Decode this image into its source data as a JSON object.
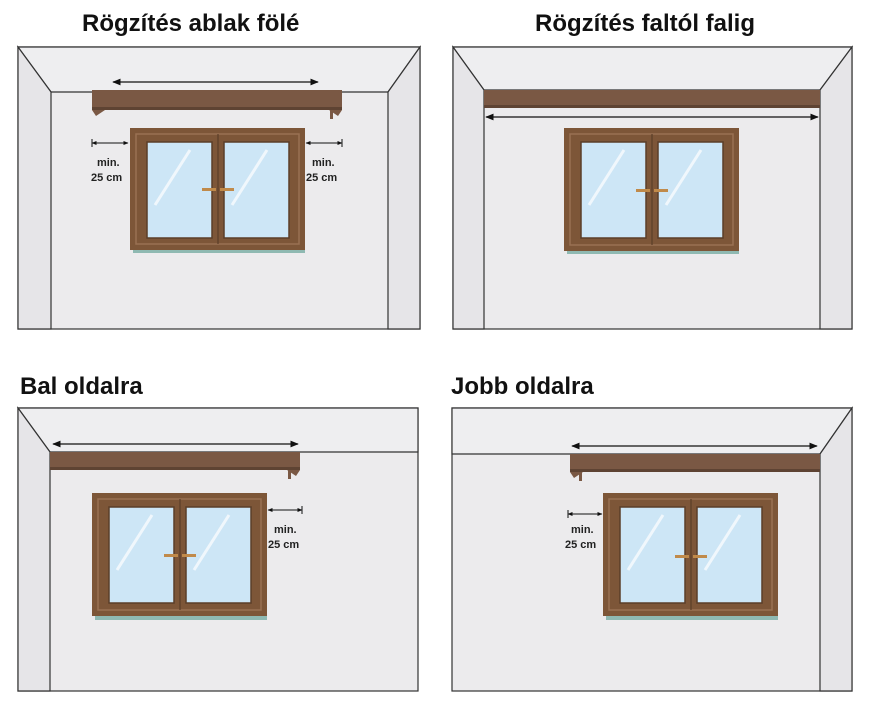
{
  "panels": [
    {
      "title": "Rögzítés ablak fölé",
      "note_left": "min.",
      "note_left2": "25 cm",
      "note_right": "min.",
      "note_right2": "25 cm"
    },
    {
      "title": "Rögzítés faltól falig"
    },
    {
      "title": "Bal oldalra",
      "note_right": "min.",
      "note_right2": "25 cm"
    },
    {
      "title": "Jobb oldalra",
      "note_left": "min.",
      "note_left2": "25 cm"
    }
  ],
  "colors": {
    "wall": "#ecebed",
    "wall_side": "#e9e8ea",
    "ceiling": "#eeeef0",
    "outline": "#333333",
    "rod_shelf": "#7a5844",
    "frame": "#7d5638",
    "frame_light": "#9a7153",
    "glass": "#cde6f6",
    "handle": "#c08a4a",
    "sill": "#8fb9b2"
  }
}
